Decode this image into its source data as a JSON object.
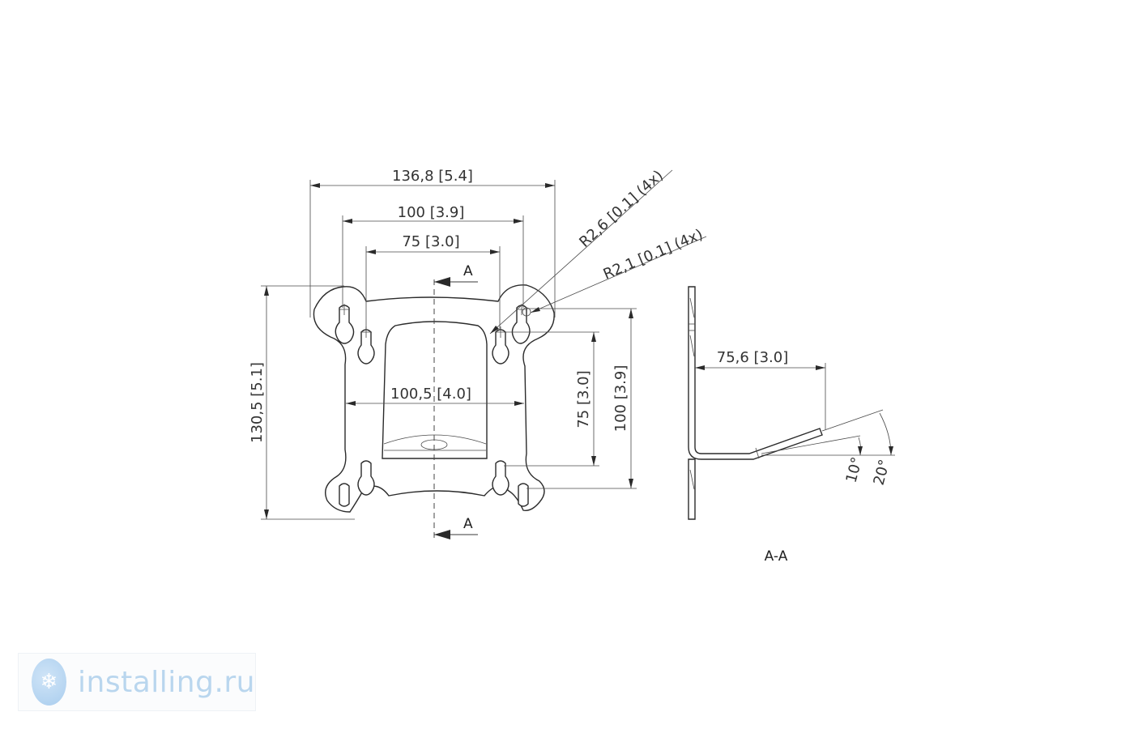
{
  "front_view": {
    "dims": {
      "overall_width": "136,8 [5.4]",
      "width_100": "100 [3.9]",
      "width_75": "75 [3.0]",
      "inner_width": "100,5 [4.0]",
      "overall_height": "130,5 [5.1]",
      "height_75": "75 [3.0]",
      "height_100": "100 [3.9]",
      "radius_large": "R2,6 [0.1] (4x)",
      "radius_small": "R2,1 [0.1] (4x)"
    },
    "section_marker_top": "A",
    "section_marker_bottom": "A"
  },
  "section_view": {
    "title": "A-A",
    "depth": "75,6 [3.0]",
    "angle_small": "10°",
    "angle_large": "20°"
  },
  "watermark": {
    "text": "installing.ru",
    "icon": "snowflake-icon",
    "color": "#b9d6ee"
  }
}
